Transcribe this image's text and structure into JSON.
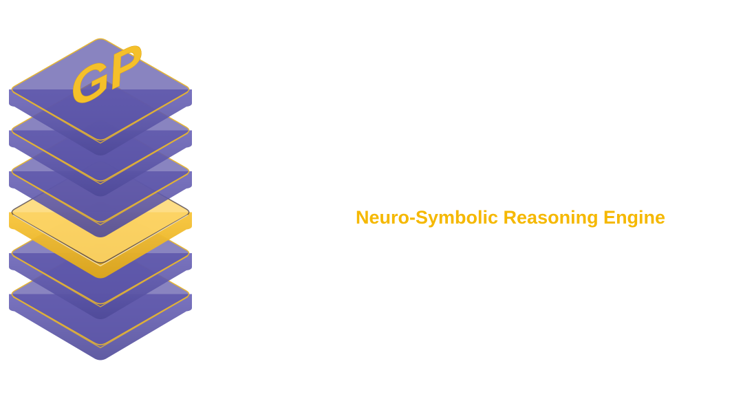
{
  "logo": {
    "text": "GP"
  },
  "colors": {
    "layer_purple": "#5b55a8",
    "layer_purple_edge": "#4a4590",
    "highlight_gold": "#f7c12f",
    "outline_gold": "#e6b530",
    "logo_gold": "#f5c02a",
    "label_gold": "#f5b800",
    "line_dark": "#1c1a33",
    "line_mid_purple": "#6c63c8"
  },
  "layers": [
    {
      "id": "layer-1",
      "label": "",
      "highlighted": false
    },
    {
      "id": "layer-2",
      "label": "",
      "highlighted": false
    },
    {
      "id": "layer-3",
      "label": "",
      "highlighted": false
    },
    {
      "id": "layer-4",
      "label": "Neuro-Symbolic Reasoning Engine",
      "highlighted": true
    },
    {
      "id": "layer-5",
      "label": "",
      "highlighted": false
    },
    {
      "id": "layer-6",
      "label": "",
      "highlighted": false
    }
  ]
}
